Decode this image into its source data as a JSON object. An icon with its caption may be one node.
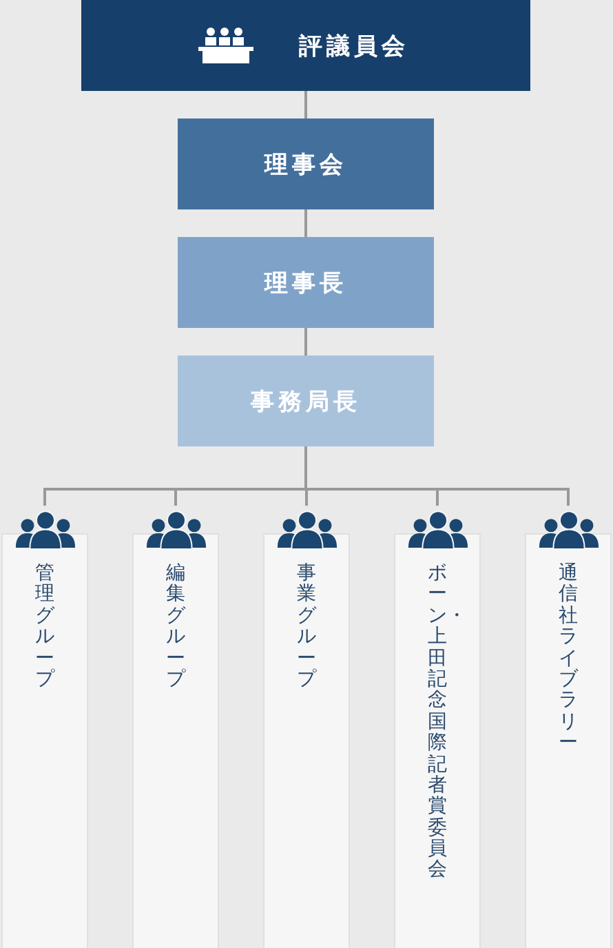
{
  "diagram": {
    "nodes": [
      {
        "text": [
          "評議員会"
        ]
      },
      {
        "text": [
          "理事会"
        ]
      },
      {
        "text": [
          "理事長"
        ]
      },
      {
        "text": [
          "事務局長"
        ]
      },
      {
        "text": [
          "管理グループ"
        ]
      },
      {
        "text": [
          "編集グループ"
        ]
      },
      {
        "text": [
          "事業グループ"
        ]
      },
      {
        "text": [
          "ボーン・上田記念国際記者賞委員会"
        ]
      },
      {
        "text": [
          "通信社ライブラリー"
        ]
      }
    ],
    "edges": [
      {
        "from": 0,
        "to": 1,
        "arrow": "none"
      },
      {
        "from": 1,
        "to": 2,
        "arrow": "none"
      },
      {
        "from": 2,
        "to": 3,
        "arrow": "none"
      },
      {
        "from": 3,
        "to": 4,
        "arrow": "none"
      },
      {
        "from": 3,
        "to": 5,
        "arrow": "none"
      },
      {
        "from": 3,
        "to": 6,
        "arrow": "none"
      },
      {
        "from": 3,
        "to": 7,
        "arrow": "none"
      },
      {
        "from": 3,
        "to": 8,
        "arrow": "none"
      }
    ]
  }
}
